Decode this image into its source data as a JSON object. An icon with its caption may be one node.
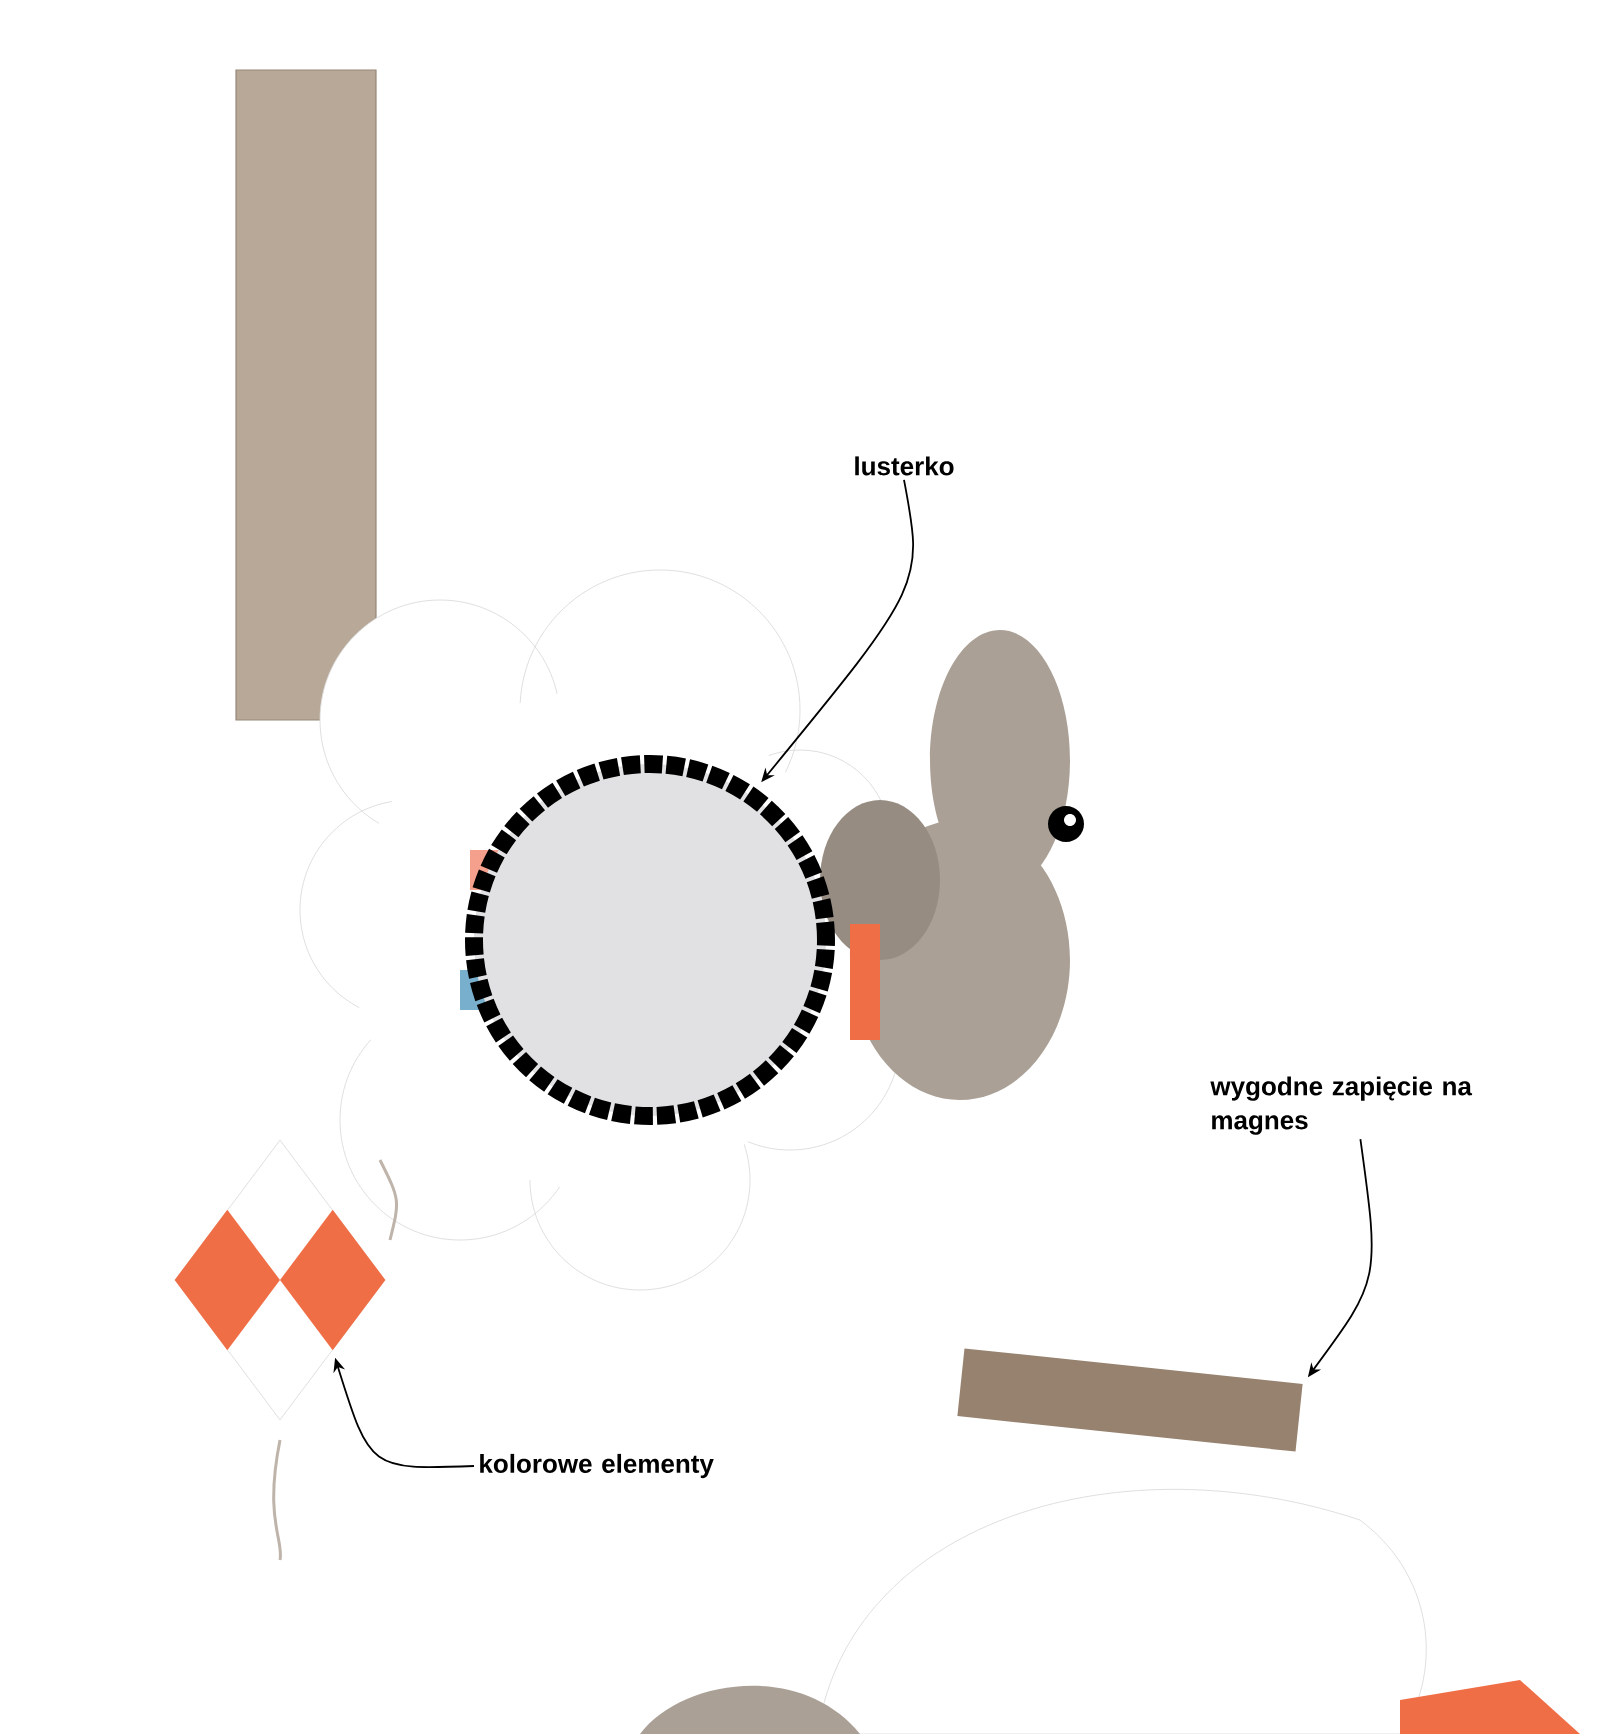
{
  "diagram": {
    "nodes": [
      {
        "text": [
          "lusterko"
        ]
      },
      {
        "text": [
          "wygodne zapięcie na magnes"
        ]
      },
      {
        "text": [
          "kolorowe elementy"
        ]
      },
      {
        "text": [],
        "shape": "circle"
      },
      {
        "text": [],
        "shape": "box"
      },
      {
        "text": [],
        "shape": "diamond"
      }
    ],
    "edges": [
      {
        "from": 0,
        "to": 3,
        "arrow": "to"
      },
      {
        "from": 1,
        "to": 4,
        "arrow": "to"
      },
      {
        "from": 2,
        "to": 5,
        "arrow": "to"
      }
    ]
  }
}
